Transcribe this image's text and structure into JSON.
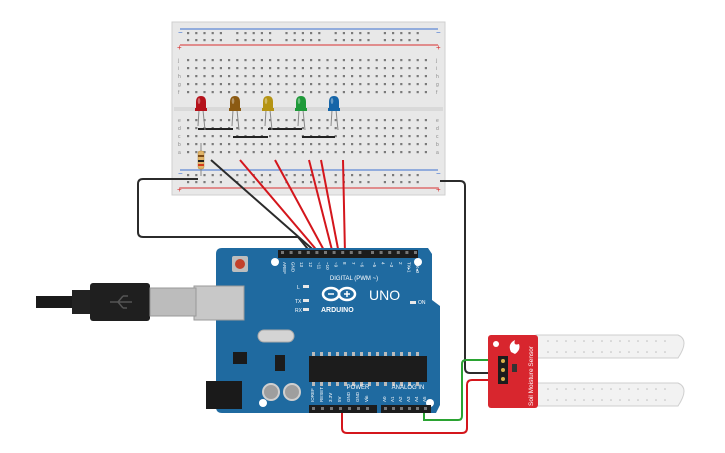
{
  "breadboard": {
    "rail_plus": "+",
    "rail_minus": "−",
    "row_letters_top": [
      "j",
      "i",
      "h",
      "g",
      "f"
    ],
    "row_letters_bottom": [
      "e",
      "d",
      "c",
      "b",
      "a"
    ],
    "column_count": 30
  },
  "leds": [
    {
      "color": "#b5121b",
      "name": "red"
    },
    {
      "color": "#8b5a12",
      "name": "brown"
    },
    {
      "color": "#b59414",
      "name": "yellow"
    },
    {
      "color": "#1f9a3a",
      "name": "green"
    },
    {
      "color": "#1565a8",
      "name": "blue"
    }
  ],
  "arduino": {
    "brand_text": "ARDUINO",
    "model_text": "UNO",
    "on_label": "ON",
    "tx_label": "TX",
    "rx_label": "RX",
    "l_label": "L",
    "digital_header_label": "DIGITAL (PWM ~)",
    "digital_pins": [
      "AREF",
      "GND",
      "13",
      "12",
      "~11",
      "~10",
      "~9",
      "8",
      "7",
      "~6",
      "~5",
      "4",
      "~3",
      "2",
      "TX▸1",
      "RX◂0"
    ],
    "power_label": "POWER",
    "power_pins": [
      "IOREF",
      "RESET",
      "3.3V",
      "5V",
      "GND",
      "GND",
      "Vin"
    ],
    "analog_label": "ANALOG IN",
    "analog_pins": [
      "A0",
      "A1",
      "A2",
      "A3",
      "A4",
      "A5"
    ]
  },
  "sensor": {
    "label": "Soil Moisture Sensor"
  },
  "colors": {
    "board_blue": "#1f6aa0",
    "breadboard_bg": "#e9e9e9",
    "wire_red": "#d4161c",
    "wire_black": "#2b2b2b",
    "wire_green": "#2aa332",
    "sensor_red": "#d8262e"
  }
}
